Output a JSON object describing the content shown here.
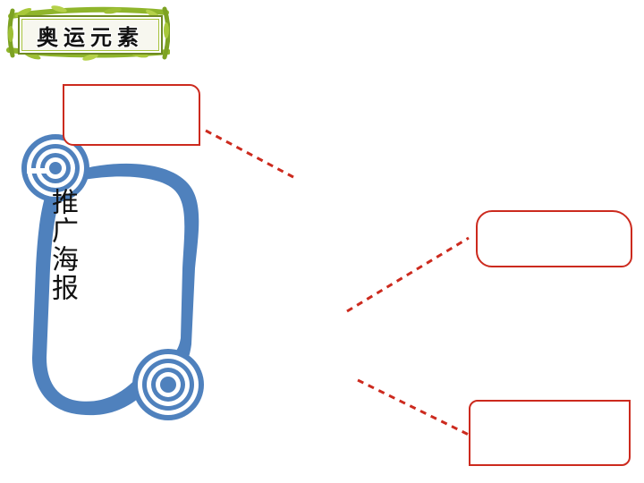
{
  "title": "奥运元素",
  "scroll": {
    "label": "推广海报",
    "color": "#4f81bd"
  },
  "boxes": [
    {
      "id": "top",
      "text": ""
    },
    {
      "id": "middle",
      "text": ""
    },
    {
      "id": "bottom",
      "text": ""
    }
  ],
  "colors": {
    "connector": "#cc2a1e",
    "box_border": "#cc2a1e",
    "badge_frame": "#6e8a22"
  }
}
